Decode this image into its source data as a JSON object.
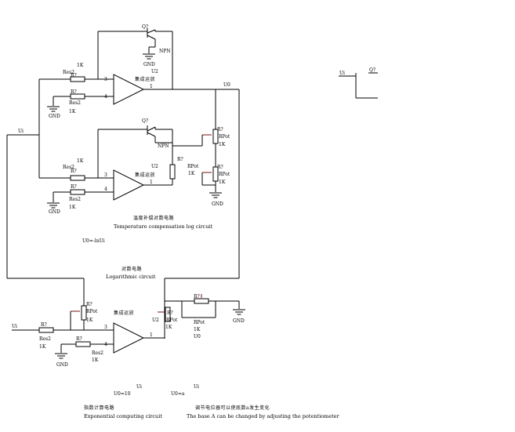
{
  "labels": {
    "ui": "Ui",
    "u0": "U0",
    "q": "Q?",
    "npn": "NPN",
    "gnd": "GND",
    "r": "R?",
    "res2": "Res2",
    "rpot": "RPot",
    "k1": "1K",
    "u2": "U2",
    "opamp_cn": "集成运放",
    "pin_plus": "3",
    "pin_minus": "4",
    "pin_out": "1",
    "minus_sign": "-",
    "plus_sign": "+"
  },
  "captions": {
    "temp_comp_cn": "温度补偿对数电路",
    "temp_comp_en": "Temperature compensation log circuit",
    "formula_log": "U0=-lnUi",
    "log_cn": "对数电路",
    "log_en": "Logarithmic circuit",
    "exp_ui_a": "Ui",
    "exp_ui_b": "Ui",
    "formula_exp_a": "U0=10",
    "formula_exp_b": "U0=a",
    "exp_cn": "指数计算电路",
    "exp_en": "Exponential computing circuit",
    "base_cn": "调节电位器可以使底数a发生变化",
    "base_en": "The base A can be changed by adjusting the potentiometer"
  }
}
